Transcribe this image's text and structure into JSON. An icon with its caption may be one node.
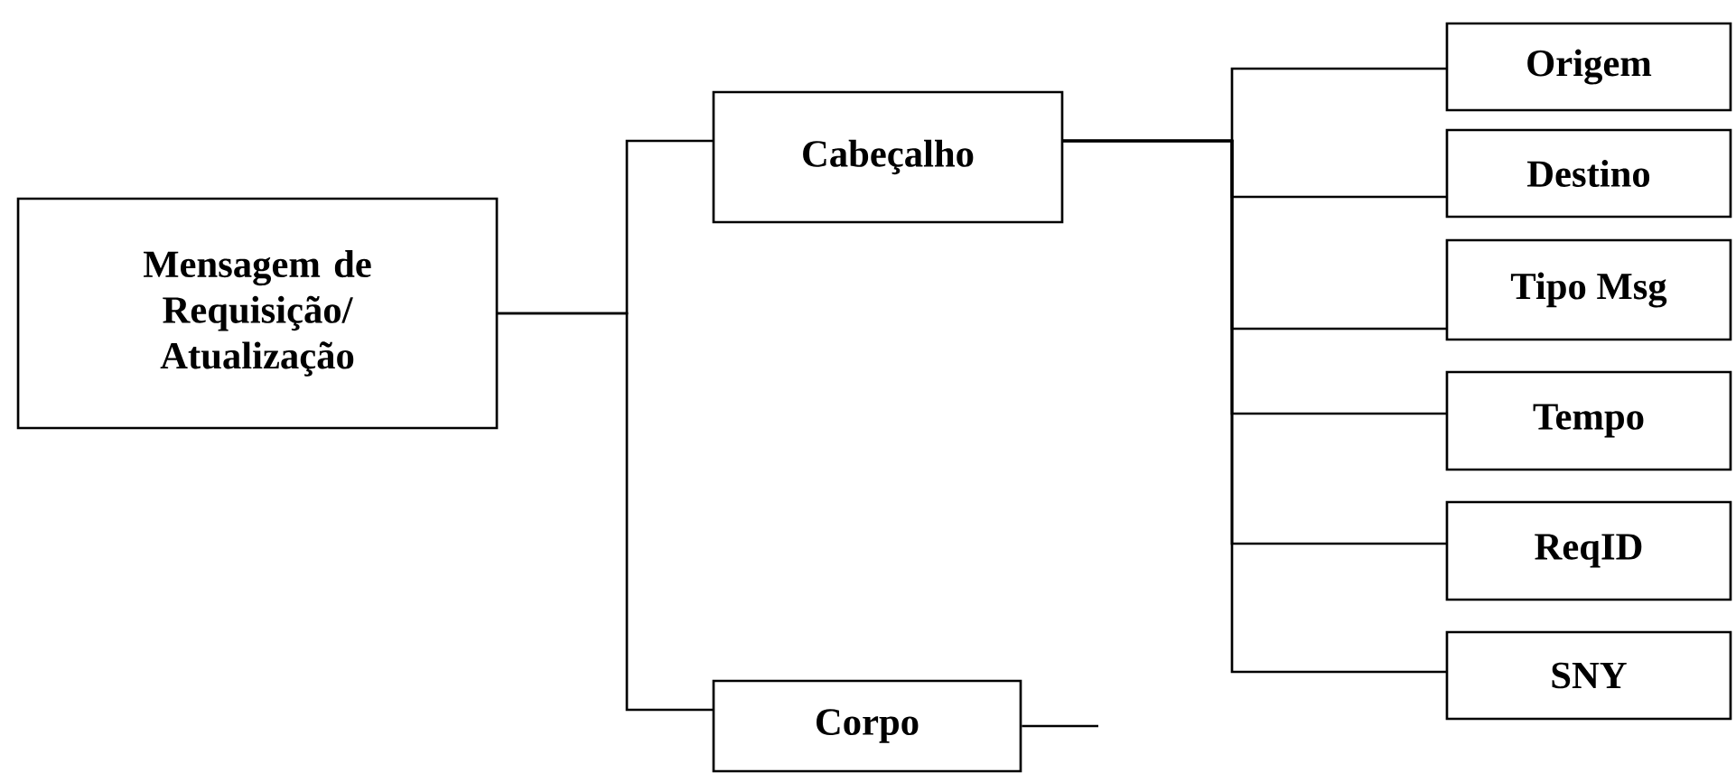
{
  "diagram": {
    "nodes": [
      {
        "text": [
          "Mensagem de Requisição/ Atualização"
        ]
      },
      {
        "text": [
          "Cabeçalho"
        ]
      },
      {
        "text": [
          "Corpo"
        ]
      },
      {
        "text": [
          "Origem"
        ]
      },
      {
        "text": [
          "Destino"
        ]
      },
      {
        "text": [
          "Tipo Msg"
        ]
      },
      {
        "text": [
          "Tempo"
        ]
      },
      {
        "text": [
          "ReqID"
        ]
      },
      {
        "text": [
          "SNY"
        ]
      }
    ],
    "edges": [
      {
        "from": 0,
        "to": 1,
        "arrow": "none"
      },
      {
        "from": 0,
        "to": 2,
        "arrow": "none"
      },
      {
        "from": 1,
        "to": 3,
        "arrow": "none"
      },
      {
        "from": 1,
        "to": 4,
        "arrow": "none"
      },
      {
        "from": 1,
        "to": 5,
        "arrow": "none"
      },
      {
        "from": 1,
        "to": 6,
        "arrow": "none"
      },
      {
        "from": 1,
        "to": 7,
        "arrow": "none"
      },
      {
        "from": 1,
        "to": 8,
        "arrow": "none"
      },
      {
        "from": 2,
        "to": null,
        "arrow": "none"
      }
    ]
  }
}
